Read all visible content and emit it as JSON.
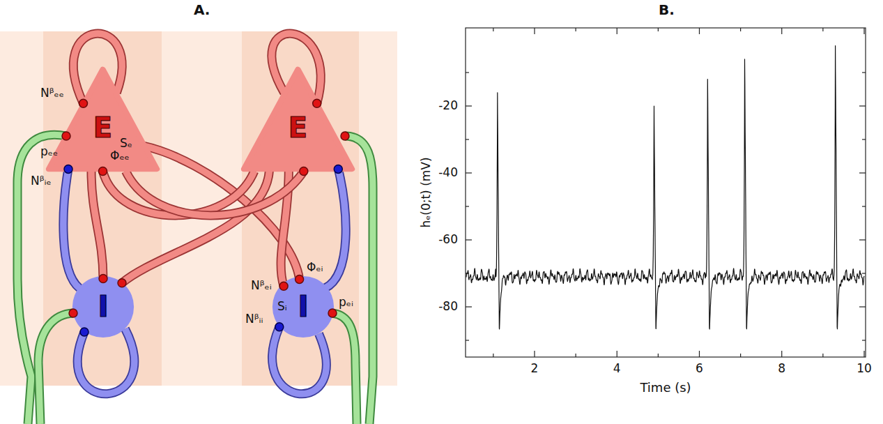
{
  "diagram": {
    "nodes": [
      {
        "text": [
          "E"
        ]
      },
      {
        "text": [
          "E"
        ]
      },
      {
        "text": [
          "I"
        ]
      },
      {
        "text": [
          "I"
        ]
      }
    ],
    "edges": [
      {
        "from": 0,
        "to": 0,
        "arrow": "none"
      },
      {
        "from": 1,
        "to": 1,
        "arrow": "none"
      },
      {
        "from": 2,
        "to": 2,
        "arrow": "none"
      },
      {
        "from": 3,
        "to": 3,
        "arrow": "none"
      },
      {
        "from": 0,
        "to": 2,
        "arrow": "none"
      },
      {
        "from": 0,
        "to": 3,
        "arrow": "none"
      },
      {
        "from": 1,
        "to": 0,
        "arrow": "none"
      },
      {
        "from": 1,
        "to": 2,
        "arrow": "none"
      },
      {
        "from": 1,
        "to": 3,
        "arrow": "none"
      },
      {
        "from": 2,
        "to": 0,
        "arrow": "none"
      },
      {
        "from": 3,
        "to": 1,
        "arrow": "none"
      },
      {
        "from": 0,
        "to": 1,
        "arrow": "none"
      }
    ],
    "labels": [
      "A.",
      "B.",
      "Nᵝₑₑ",
      "pₑₑ",
      "Nᵝᵢₑ",
      "Φₑₑ",
      "Sₑ",
      "Nᵝₑᵢ",
      "Φₑᵢ",
      "Sᵢ",
      "pₑᵢ",
      "Nᵝᵢᵢ",
      "hₑ(0;t) (mV)",
      "-20",
      "-40",
      "-60",
      "-80",
      "2",
      "4",
      "6",
      "8",
      "10",
      "Time (s)"
    ]
  }
}
